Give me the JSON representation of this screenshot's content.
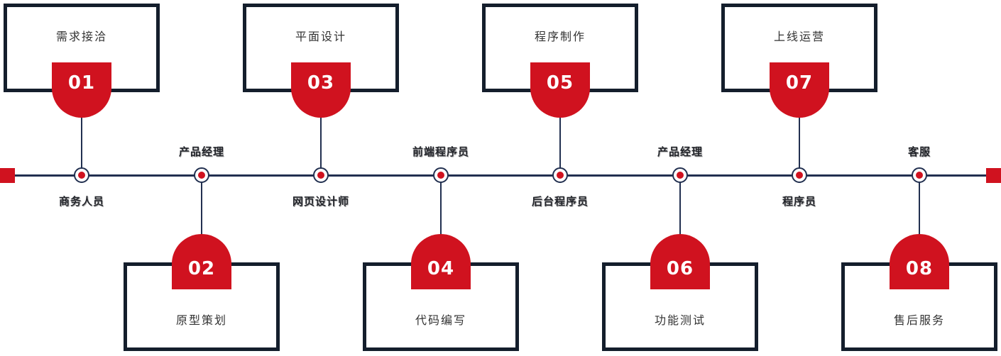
{
  "colors": {
    "red": "#d0121f",
    "navy": "#141e2c",
    "line": "#223050",
    "title_text": "#333333",
    "role_text": "#23252b"
  },
  "steps": [
    {
      "number": "01",
      "title": "需求接洽",
      "role": "商务人员",
      "side": "top"
    },
    {
      "number": "02",
      "title": "原型策划",
      "role": "产品经理",
      "side": "bottom"
    },
    {
      "number": "03",
      "title": "平面设计",
      "role": "网页设计师",
      "side": "top"
    },
    {
      "number": "04",
      "title": "代码编写",
      "role": "前端程序员",
      "side": "bottom"
    },
    {
      "number": "05",
      "title": "程序制作",
      "role": "后台程序员",
      "side": "top"
    },
    {
      "number": "06",
      "title": "功能测试",
      "role": "产品经理",
      "side": "bottom"
    },
    {
      "number": "07",
      "title": "上线运营",
      "role": "程序员",
      "side": "top"
    },
    {
      "number": "08",
      "title": "售后服务",
      "role": "客服",
      "side": "bottom"
    }
  ]
}
